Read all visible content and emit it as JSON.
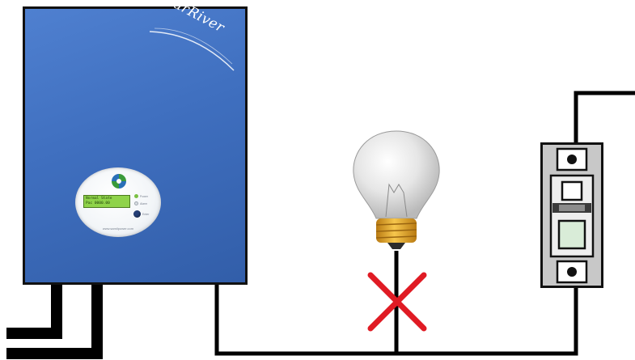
{
  "inverter": {
    "brand": "SolarRiver",
    "display": {
      "line1": "Normal State",
      "line2": "Pac 0000.00"
    },
    "indicators": {
      "power": "Power",
      "alarm": "Alarm",
      "enter": "Enter"
    },
    "website": "www.samilpower.com"
  },
  "colors": {
    "inverter_body": "#4a79c9",
    "lcd_backlight": "#8fd34a",
    "breaker_window": "#d9ecd8",
    "fault_cross": "#e01b24",
    "bulb_base": "#e9a928",
    "wire": "#000000"
  },
  "load": {
    "icon": "light-bulb-icon",
    "status": "fault-cross-icon"
  },
  "breaker": {
    "icon": "circuit-breaker-icon"
  }
}
